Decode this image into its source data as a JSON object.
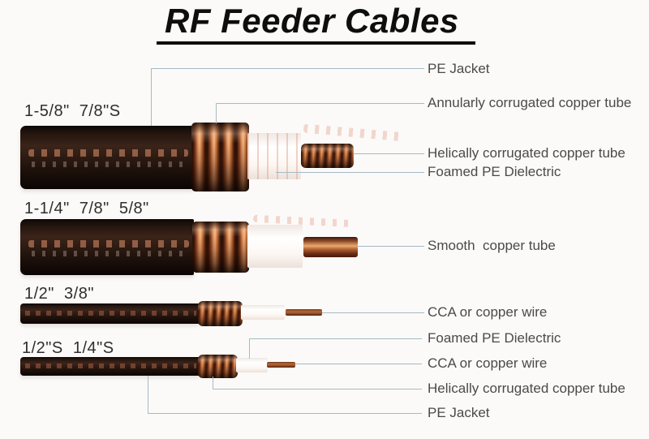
{
  "title": {
    "text": "RF Feeder Cables"
  },
  "size_labels": [
    "1-5/8\"  7/8\"S",
    "1-1/4\"  7/8\"  5/8\"",
    "1/2\"  3/8\"",
    "1/2\"S  1/4\"S"
  ],
  "annotations": [
    {
      "text": "PE Jacket"
    },
    {
      "text": "Annularly corrugated copper tube"
    },
    {
      "text": "Helically corrugated copper tube"
    },
    {
      "text": "Foamed PE Dielectric"
    },
    {
      "text": "Smooth  copper tube"
    },
    {
      "text": "CCA or copper wire"
    },
    {
      "text": "Foamed PE Dielectric"
    },
    {
      "text": "CCA or copper wire"
    },
    {
      "text": "Helically corrugated copper tube"
    },
    {
      "text": "PE Jacket"
    }
  ],
  "cables": [
    {
      "size_label": "1-5/8\"  7/8\"S",
      "parts": [
        "pe-jacket",
        "annularly-corrugated-copper-tube",
        "foamed-pe-dielectric",
        "helically-corrugated-copper-tube"
      ]
    },
    {
      "size_label": "1-1/4\"  7/8\"  5/8\"",
      "parts": [
        "pe-jacket",
        "corrugated-copper-tube",
        "foamed-pe-dielectric",
        "smooth-copper-tube"
      ]
    },
    {
      "size_label": "1/2\"  3/8\"",
      "parts": [
        "pe-jacket",
        "helically-corrugated-copper-tube",
        "foamed-pe-dielectric",
        "cca-or-copper-wire"
      ]
    },
    {
      "size_label": "1/2\"S  1/4\"S",
      "parts": [
        "pe-jacket",
        "helically-corrugated-copper-tube",
        "foamed-pe-dielectric",
        "cca-or-copper-wire"
      ]
    }
  ],
  "colors": {
    "background": "#fbfaf8",
    "title_text": "#0e0e0e",
    "label_text": "#4a4a4a",
    "size_label_text": "#2e2e2e",
    "leader_line": "#a5bac6",
    "jacket": "#1c120d",
    "copper": "#c06a30",
    "dielectric": "#fdf8f4"
  }
}
